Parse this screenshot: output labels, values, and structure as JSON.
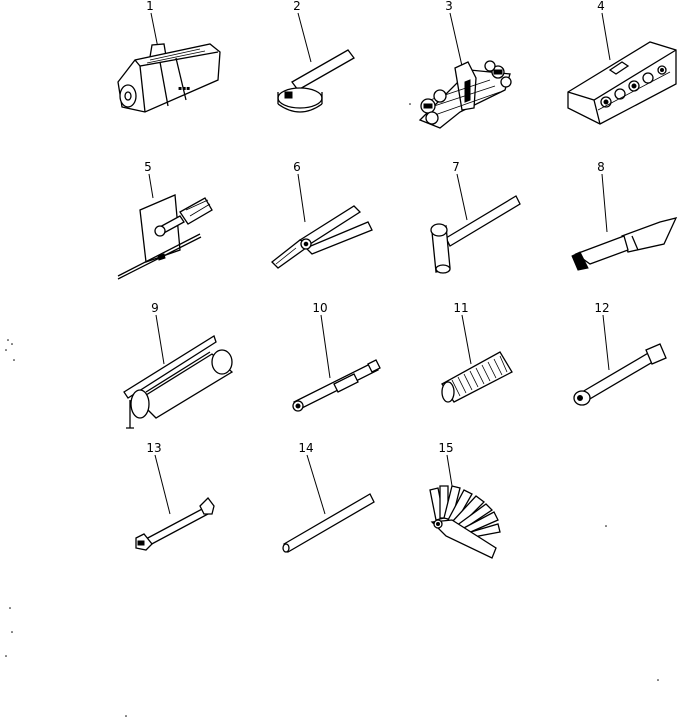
{
  "parts": [
    {
      "label": "1"
    },
    {
      "label": "2"
    },
    {
      "label": "3"
    },
    {
      "label": "4"
    },
    {
      "label": "5"
    },
    {
      "label": "6"
    },
    {
      "label": "7"
    },
    {
      "label": "8"
    },
    {
      "label": "9"
    },
    {
      "label": "10"
    },
    {
      "label": "11"
    },
    {
      "label": "12"
    },
    {
      "label": "13"
    },
    {
      "label": "14"
    },
    {
      "label": "15"
    }
  ]
}
